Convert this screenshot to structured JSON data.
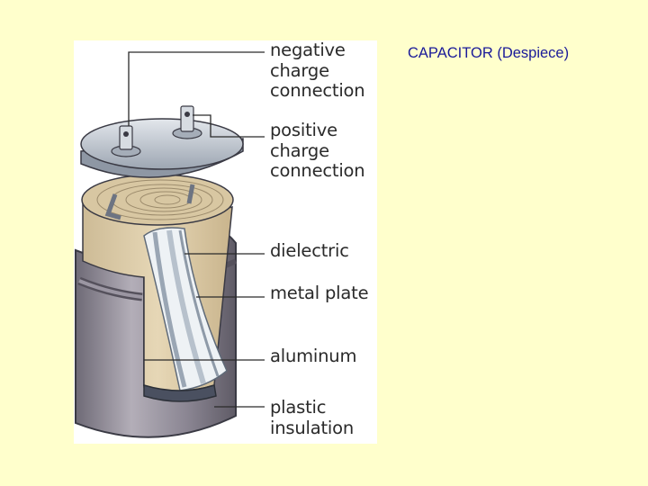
{
  "title": "CAPACITOR (Despiece)",
  "callouts": {
    "negative": "negative\ncharge\nconnection",
    "positive": "positive\ncharge\nconnection",
    "dielectric": "dielectric",
    "metal_plate": "metal plate",
    "aluminum": "aluminum",
    "plastic": "plastic\ninsulation"
  },
  "colors": {
    "background": "#ffffcc",
    "title": "#1a1a99",
    "can": "#8c8794",
    "lid": "#c5ccd6",
    "roll": "#d9c8a4",
    "foil": "#e9eef2"
  }
}
